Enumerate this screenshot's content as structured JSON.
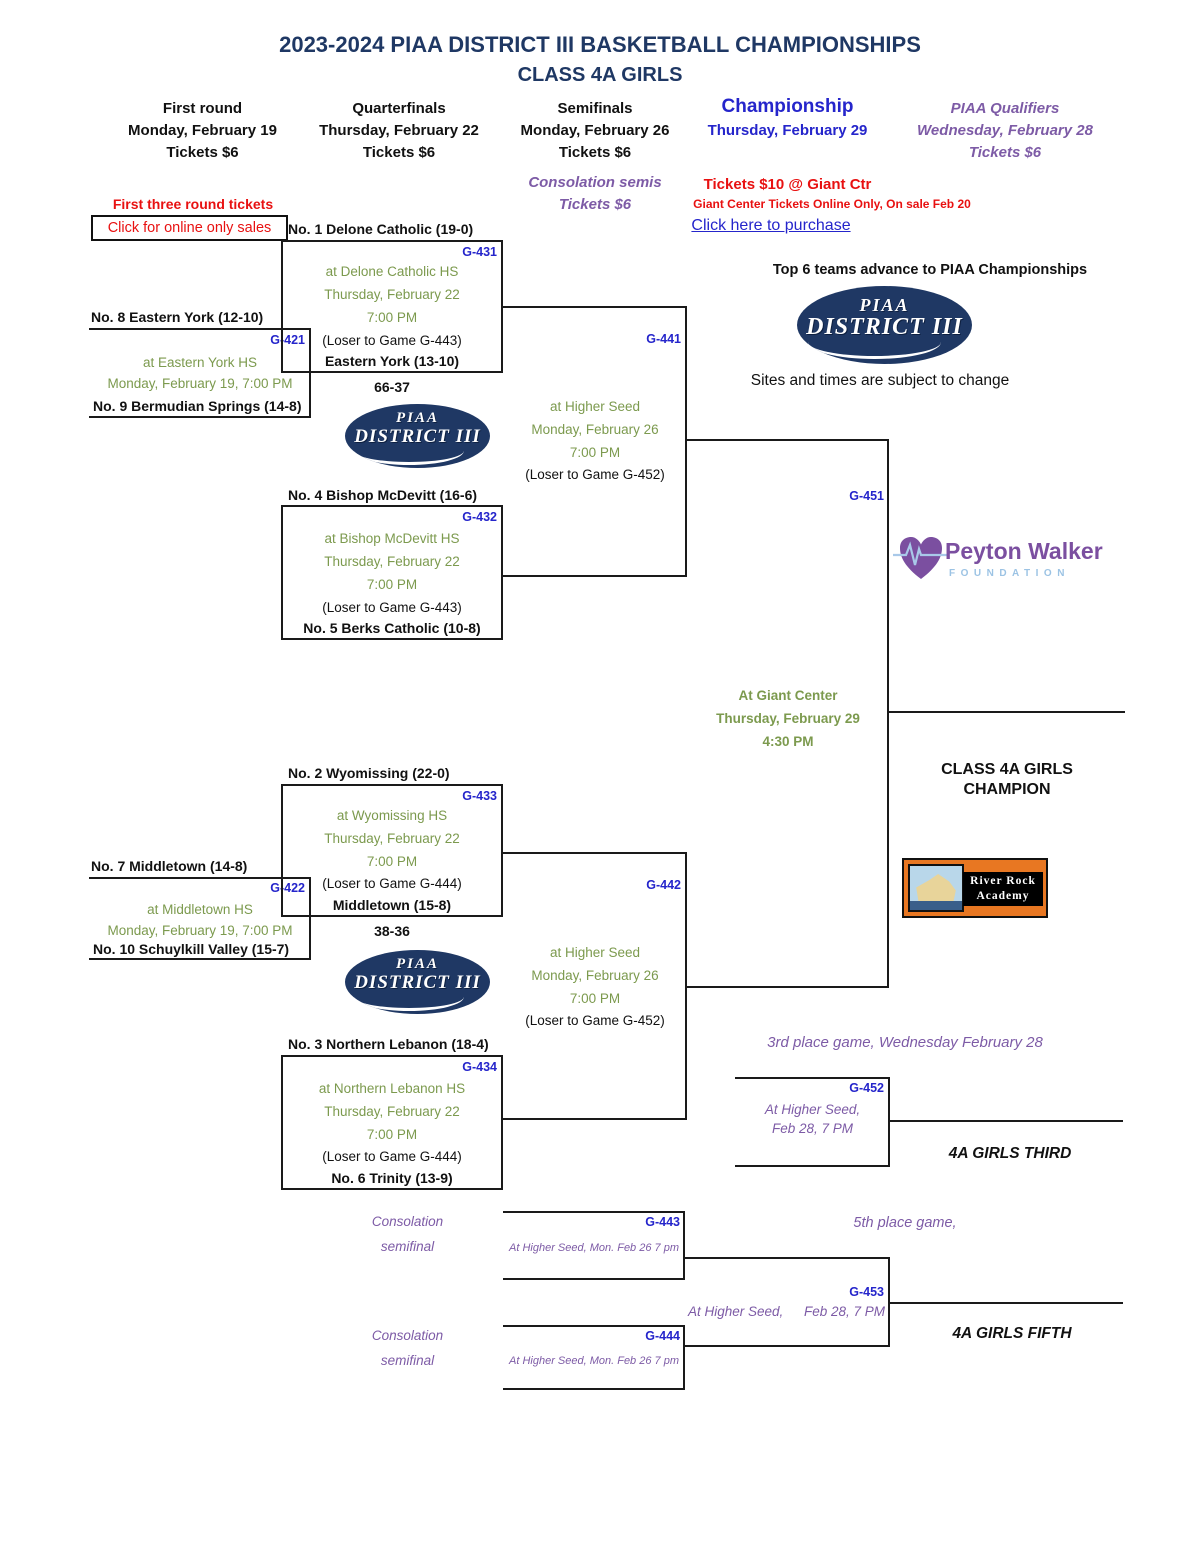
{
  "title": {
    "line1": "2023-2024 PIAA DISTRICT III BASKETBALL CHAMPIONSHIPS",
    "line2": "CLASS 4A GIRLS"
  },
  "header": {
    "col1": {
      "round": "First round",
      "date": "Monday, February 19",
      "tickets": "Tickets $6"
    },
    "col2": {
      "round": "Quarterfinals",
      "date": "Thursday, February 22",
      "tickets": "Tickets $6"
    },
    "col3": {
      "round": "Semifinals",
      "date": "Monday, February 26",
      "tickets": "Tickets $6",
      "consolation": "Consolation semis",
      "consolation_tickets": "Tickets $6"
    },
    "col4": {
      "round": "Championship",
      "date": "Thursday, February 29",
      "tickets": "Tickets $10 @ Giant Ctr",
      "online_note": "Giant Center Tickets Online Only, On sale Feb 20",
      "purchase_link": "Click here to purchase"
    },
    "col5": {
      "round": "PIAA Qualifiers",
      "date": "Wednesday, February 28",
      "tickets": "Tickets $6"
    }
  },
  "left_links": {
    "heading": "First three round tickets",
    "link": "Click for online only sales"
  },
  "notes": {
    "advance": "Top 6 teams advance to PIAA Championships",
    "sites": "Sites and times are subject to change"
  },
  "games": {
    "g421": {
      "id": "G-421",
      "top_team": "No. 8 Eastern York (12-10)",
      "bottom_team": "No. 9 Bermudian Springs (14-8)",
      "venue": "at Eastern York HS",
      "when": "Monday, February 19, 7:00 PM"
    },
    "g422": {
      "id": "G-422",
      "top_team": "No. 7 Middletown (14-8)",
      "bottom_team": "No. 10 Schuylkill Valley (15-7)",
      "venue": "at Middletown HS",
      "when": "Monday, February 19, 7:00 PM"
    },
    "g431": {
      "id": "G-431",
      "top_team": "No. 1 Delone Catholic (19-0)",
      "venue": "at Delone Catholic HS",
      "date": "Thursday, February 22",
      "time": "7:00 PM",
      "loser_note": "(Loser to Game G-443)",
      "advancer": "Eastern York (13-10)",
      "score": "66-37"
    },
    "g432": {
      "id": "G-432",
      "top_team": "No. 4 Bishop McDevitt (16-6)",
      "venue": "at Bishop McDevitt HS",
      "date": "Thursday, February 22",
      "time": "7:00 PM",
      "loser_note": "(Loser to Game G-443)",
      "bottom_team": "No. 5 Berks Catholic (10-8)"
    },
    "g433": {
      "id": "G-433",
      "top_team": "No. 2 Wyomissing (22-0)",
      "venue": "at Wyomissing HS",
      "date": "Thursday, February 22",
      "time": "7:00 PM",
      "loser_note": "(Loser to Game G-444)",
      "advancer": "Middletown (15-8)",
      "score": "38-36"
    },
    "g434": {
      "id": "G-434",
      "top_team": "No. 3 Northern Lebanon (18-4)",
      "venue": "at Northern Lebanon HS",
      "date": "Thursday, February 22",
      "time": "7:00 PM",
      "loser_note": "(Loser to Game G-444)",
      "bottom_team": "No. 6 Trinity (13-9)"
    },
    "g441": {
      "id": "G-441",
      "venue": "at Higher Seed",
      "date": "Monday, February 26",
      "time": "7:00 PM",
      "loser_note": "(Loser to Game G-452)"
    },
    "g442": {
      "id": "G-442",
      "venue": "at Higher Seed",
      "date": "Monday, February 26",
      "time": "7:00 PM",
      "loser_note": "(Loser to Game G-452)"
    },
    "g451": {
      "id": "G-451",
      "venue": "At Giant Center",
      "date": "Thursday, February 29",
      "time": "4:30 PM"
    },
    "g452": {
      "id": "G-452",
      "venue": "At Higher Seed,",
      "when": "Feb 28, 7 PM"
    },
    "g453": {
      "id": "G-453",
      "venue": "At Higher Seed,",
      "when": "Feb 28, 7 PM"
    },
    "g443": {
      "id": "G-443",
      "label1": "Consolation",
      "label2": "semifinal",
      "info": "At Higher Seed, Mon. Feb 26 7 pm"
    },
    "g444": {
      "id": "G-444",
      "label1": "Consolation",
      "label2": "semifinal",
      "info": "At Higher Seed, Mon. Feb 26 7 pm"
    }
  },
  "places": {
    "champion_line1": "CLASS 4A GIRLS",
    "champion_line2": "CHAMPION",
    "third_note": "3rd place game, Wednesday February 28",
    "third_result": "4A GIRLS THIRD",
    "fifth_note": "5th place game,",
    "fifth_result": "4A GIRLS FIFTH"
  },
  "logos": {
    "piaa": {
      "top": "PIAA",
      "main": "DISTRICT",
      "suffix": "III"
    },
    "peyton_walker": {
      "name": "Peyton Walker",
      "sub": "FOUNDATION"
    },
    "river_rock": {
      "line1": "River Rock",
      "line2": "Academy"
    }
  },
  "colors": {
    "navy": "#1f3864",
    "blue": "#2525cb",
    "green": "#7c9a4e",
    "purple": "#7d5ba6",
    "red": "#e81111",
    "river_rock_orange": "#e87722",
    "peyton_purple": "#7b4fa0"
  }
}
